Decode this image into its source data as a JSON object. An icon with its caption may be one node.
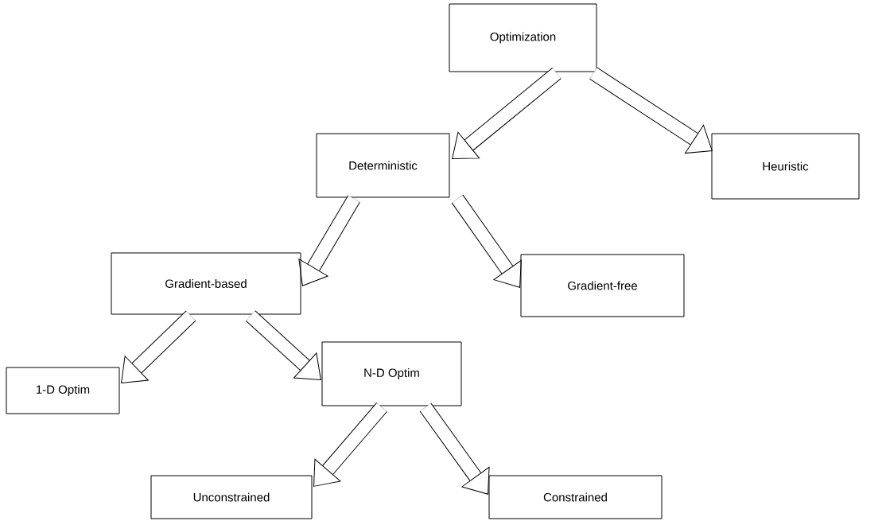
{
  "diagram": {
    "nodes": [
      {
        "text": [
          "Optimization"
        ]
      },
      {
        "text": [
          "Deterministic"
        ]
      },
      {
        "text": [
          "Heuristic"
        ]
      },
      {
        "text": [
          "Gradient-based"
        ]
      },
      {
        "text": [
          "Gradient-free"
        ]
      },
      {
        "text": [
          "1-D Optim"
        ]
      },
      {
        "text": [
          "N-D Optim"
        ]
      },
      {
        "text": [
          "Unconstrained"
        ]
      },
      {
        "text": [
          "Constrained"
        ]
      }
    ],
    "edges": [
      {
        "from": 0,
        "to": 1,
        "arrow": "to"
      },
      {
        "from": 0,
        "to": 2,
        "arrow": "to"
      },
      {
        "from": 1,
        "to": 3,
        "arrow": "to"
      },
      {
        "from": 1,
        "to": 4,
        "arrow": "to"
      },
      {
        "from": 3,
        "to": 5,
        "arrow": "to"
      },
      {
        "from": 3,
        "to": 6,
        "arrow": "to"
      },
      {
        "from": 6,
        "to": 7,
        "arrow": "to"
      },
      {
        "from": 6,
        "to": 8,
        "arrow": "to"
      }
    ]
  }
}
